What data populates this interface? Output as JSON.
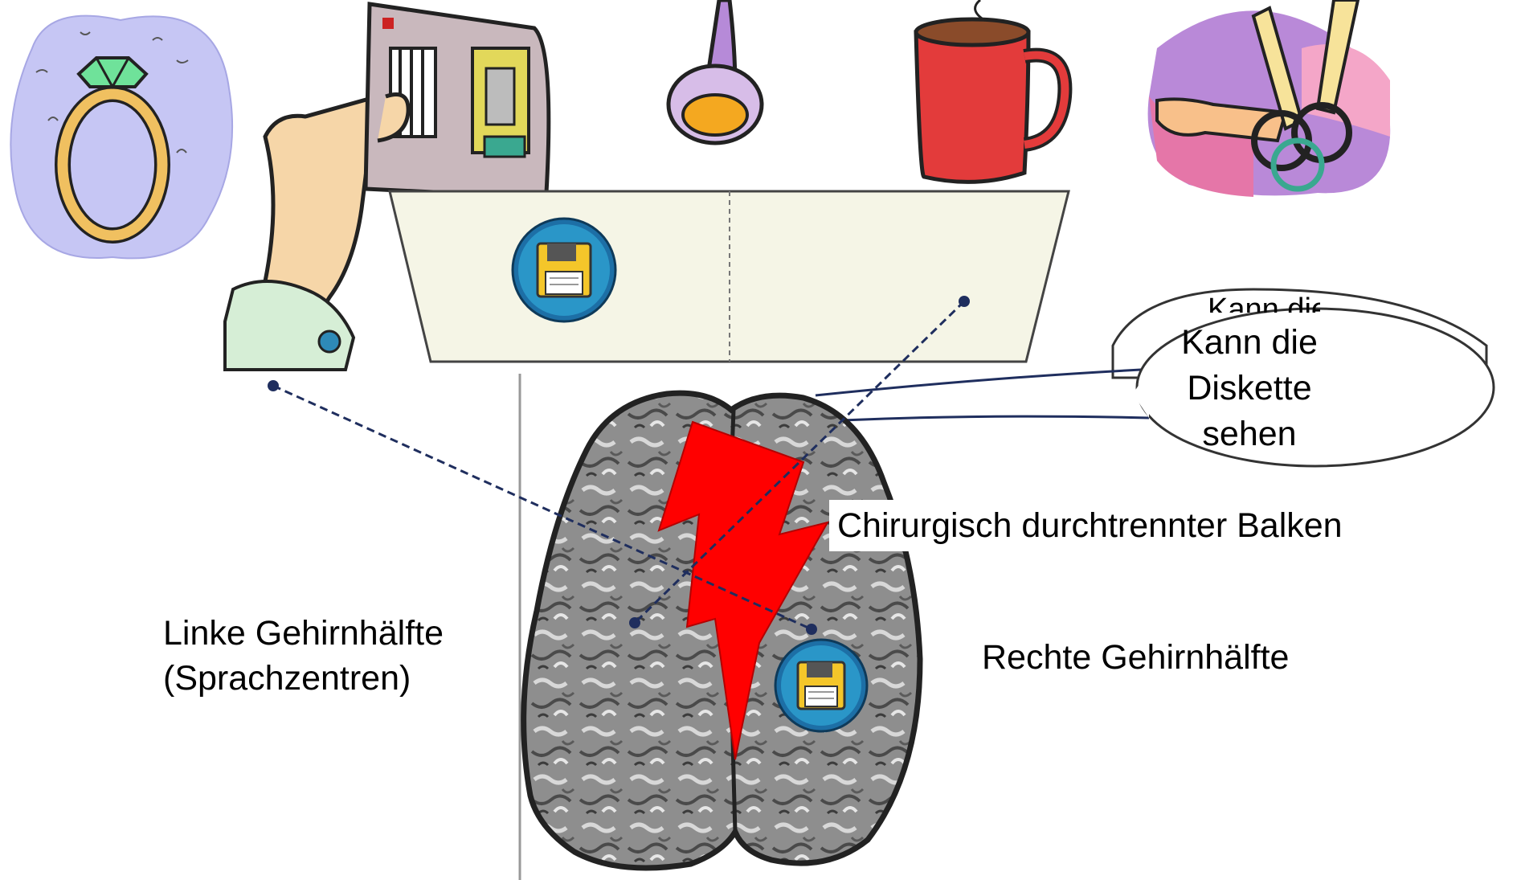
{
  "labels": {
    "left_hemisphere_line1": "Linke Gehirnhälfte",
    "left_hemisphere_line2": "(Sprachzentren)",
    "right_hemisphere": "Rechte Gehirnhälfte",
    "corpus_callosum_cut": "Chirurgisch durchtrennter Balken"
  },
  "speech_bubble": {
    "back_text_partial": "Kann die",
    "line1": "Kann die",
    "line2": "Diskette",
    "line3": "sehen"
  },
  "objects": {
    "left_top": "ring-icon",
    "card_in_hand": "floppy-card-icon",
    "ladle": "ladle-icon",
    "mug": "coffee-mug-icon",
    "keys": "keys-icon",
    "screen_object": "floppy-disk-icon",
    "brain_object": "floppy-disk-icon"
  },
  "colors": {
    "lightning": "#ff0000",
    "dashed_line": "#1f2e5e",
    "screen_fill": "#f5f5e6",
    "brain": "#8a8a8a",
    "floppy_circle": "#2a96c8"
  }
}
